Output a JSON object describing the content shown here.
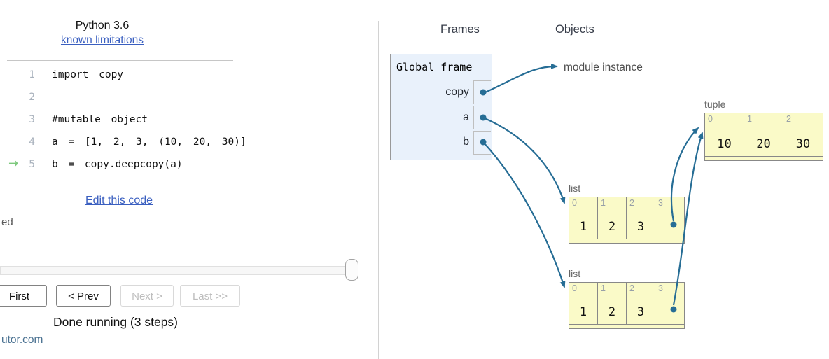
{
  "left_panel": {
    "header": {
      "version": "Python 3.6",
      "limitations_link": "known limitations"
    },
    "code": {
      "lines": [
        {
          "num": "1",
          "text": "import copy"
        },
        {
          "num": "2",
          "text": ""
        },
        {
          "num": "3",
          "text": "#mutable object"
        },
        {
          "num": "4",
          "text": "a = [1, 2, 3, (10, 20, 30)]"
        },
        {
          "num": "5",
          "text": "b = copy.deepcopy(a)"
        }
      ],
      "current_line": "5",
      "exec_arrow_glyph": "→"
    },
    "edit_link": "Edit this code",
    "cropped_text": "ed",
    "nav_buttons": {
      "first": "First",
      "prev": "< Prev",
      "next": "Next >",
      "last": "Last >>"
    },
    "status": "Done running (3 steps)",
    "footer_link": "utor.com"
  },
  "right_panel": {
    "frames_header": "Frames",
    "objects_header": "Objects",
    "global_frame": {
      "title": "Global frame",
      "variables": [
        {
          "name": "copy"
        },
        {
          "name": "a"
        },
        {
          "name": "b"
        }
      ]
    },
    "module_instance_label": "module instance",
    "heap_objects": [
      {
        "type_label": "list",
        "cells": [
          {
            "index": "0",
            "value": "1"
          },
          {
            "index": "1",
            "value": "2"
          },
          {
            "index": "2",
            "value": "3"
          },
          {
            "index": "3",
            "value": ""
          }
        ]
      },
      {
        "type_label": "list",
        "cells": [
          {
            "index": "0",
            "value": "1"
          },
          {
            "index": "1",
            "value": "2"
          },
          {
            "index": "2",
            "value": "3"
          },
          {
            "index": "3",
            "value": ""
          }
        ]
      },
      {
        "type_label": "tuple",
        "cells": [
          {
            "index": "0",
            "value": "10"
          },
          {
            "index": "1",
            "value": "20"
          },
          {
            "index": "2",
            "value": "30"
          }
        ]
      }
    ]
  },
  "colors": {
    "pointer_arrow": "#266d95",
    "frame_bg": "#e9f1fb",
    "heap_cell_bg": "#fafac8",
    "link_blue": "#3a5fc0",
    "exec_arrow_green": "#7ec97e"
  }
}
